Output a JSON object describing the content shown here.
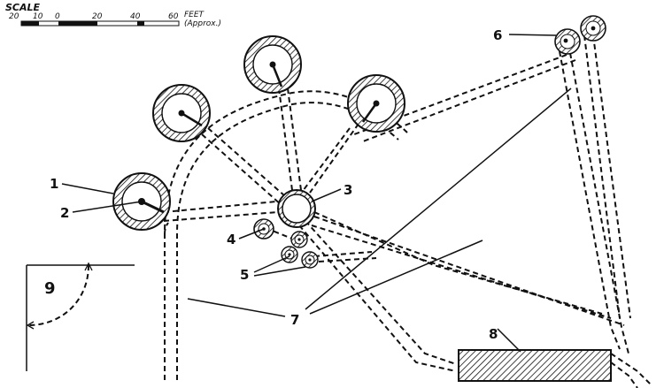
{
  "scale": {
    "title": "SCALE",
    "ticks": [
      "20",
      "10",
      "0",
      "20",
      "40",
      "60"
    ],
    "unit": "FEET",
    "note": "(Approx.)"
  },
  "labels": [
    "1",
    "2",
    "3",
    "4",
    "5",
    "6",
    "7",
    "8",
    "9"
  ],
  "colors": {
    "ink": "#111111",
    "paper": "#ffffff"
  }
}
